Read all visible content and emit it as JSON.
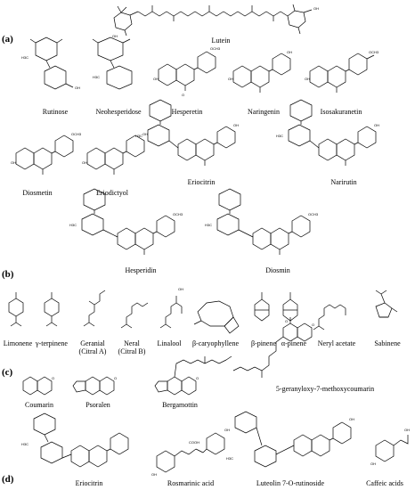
{
  "sections": {
    "a": "(a)",
    "b": "(b)",
    "c": "(c)",
    "d": "(d)"
  },
  "top": {
    "lutein": "Lutein"
  },
  "a": {
    "row1": [
      "Rutinose",
      "Neohesperidose",
      "Hesperetin",
      "Naringenin",
      "Isosakuranetin"
    ],
    "row2": [
      "Diosmetin",
      "Eriodictyol",
      "Eriocitrin",
      "Narirutin"
    ],
    "row3": [
      "Hesperidin",
      "Diosmin"
    ]
  },
  "b": {
    "limonene": "Limonene",
    "terpinene": "γ-terpinene",
    "geranial": "Geranial",
    "geranial_alt": "(Citral A)",
    "neral": "Neral",
    "neral_alt": "(Citral B)",
    "linalool": "Linalool",
    "caryophyllene": "β-caryophyllene",
    "bpinene": "β-pinene",
    "apinene": "α-pinene",
    "neryl": "Neryl acetate",
    "sabinene": "Sabinene"
  },
  "c": [
    "Coumarin",
    "Psoralen",
    "Bergamottin",
    "5-geranyloxy-7-methoxycoumarin"
  ],
  "d": [
    "Eriocitrin",
    "Rosmarinic acid",
    "Luteolin 7-O-rutinoside",
    "Caffeic acids"
  ],
  "atoms": {
    "oh": "OH",
    "o": "O",
    "ome": "OCH3",
    "me": "H3C",
    "cooh": "COOH"
  }
}
